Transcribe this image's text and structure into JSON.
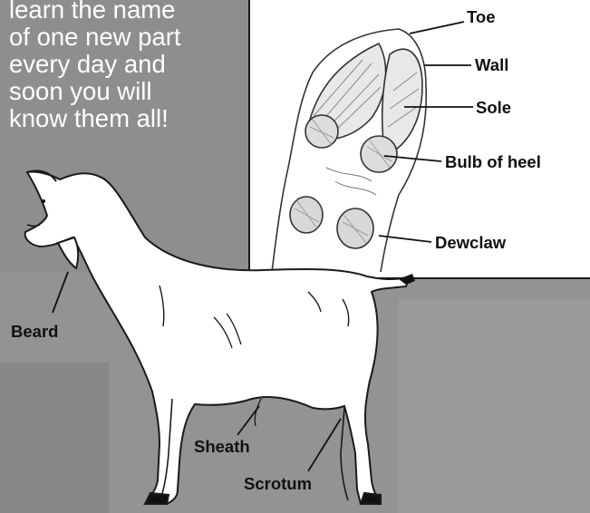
{
  "intro_text": {
    "lines": [
      "learn the name",
      "of one new part",
      "every day and",
      "soon you will",
      "know them all!"
    ]
  },
  "hoof_inset": {
    "labels": {
      "toe": "Toe",
      "wall": "Wall",
      "sole": "Sole",
      "bulb_of_heel": "Bulb of heel",
      "dewclaw": "Dewclaw"
    }
  },
  "goat": {
    "labels": {
      "beard": "Beard",
      "sheath": "Sheath",
      "scrotum": "Scrotum"
    }
  },
  "colors": {
    "background": "#8f8f8f",
    "inset_background": "#ffffff",
    "intro_text": "#ffffff",
    "label_text": "#111111"
  }
}
